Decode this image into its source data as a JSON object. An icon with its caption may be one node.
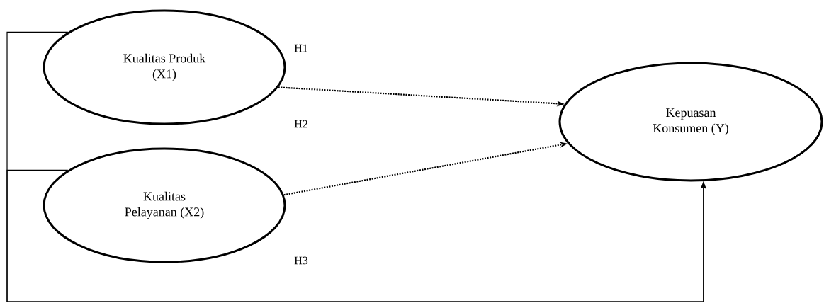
{
  "diagram": {
    "nodes": [
      {
        "text": [
          "Kualitas Produk (X1)"
        ]
      },
      {
        "text": [
          "Kualitas Pelayanan (X2)"
        ]
      },
      {
        "text": [
          "Kepuasan Konsumen (Y)"
        ]
      }
    ],
    "edges": [
      {
        "from": 0,
        "to": 2,
        "arrow": "to",
        "style": "dashed"
      },
      {
        "from": 1,
        "to": 2,
        "arrow": "to",
        "style": "dashed"
      },
      {
        "from": 0,
        "to": 2,
        "arrow": "to"
      },
      {
        "from": 1,
        "to": 2,
        "arrow": "to"
      }
    ],
    "labels": [
      "H1",
      "H2",
      "H3"
    ]
  }
}
